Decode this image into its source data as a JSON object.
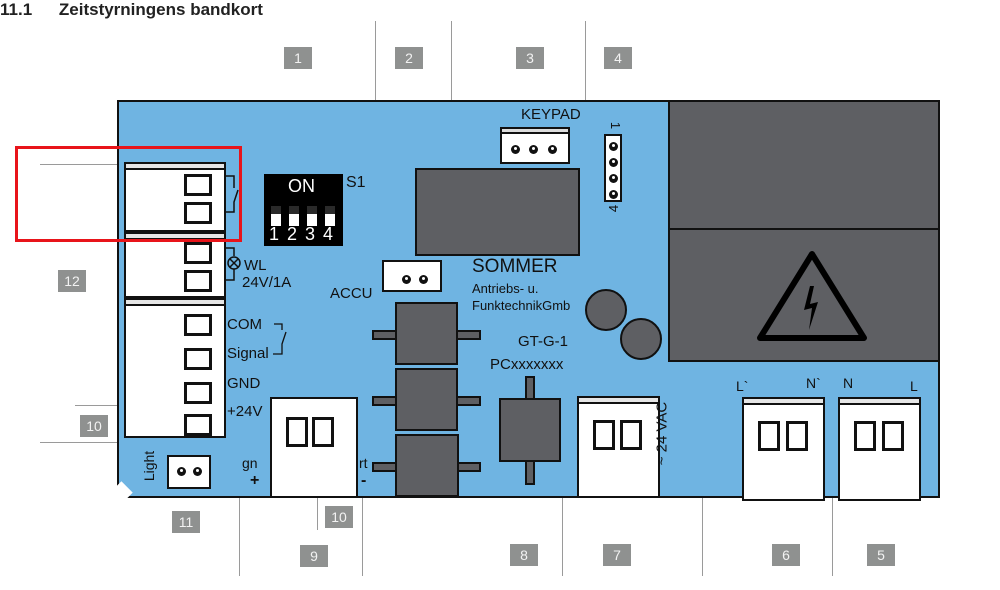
{
  "title": {
    "number": "11.1",
    "text": "Zeitstyrningens bandkort"
  },
  "callouts": [
    {
      "id": "1",
      "label": "1"
    },
    {
      "id": "2",
      "label": "2"
    },
    {
      "id": "3",
      "label": "3"
    },
    {
      "id": "4",
      "label": "4"
    },
    {
      "id": "5",
      "label": "5"
    },
    {
      "id": "6",
      "label": "6"
    },
    {
      "id": "7",
      "label": "7"
    },
    {
      "id": "8",
      "label": "8"
    },
    {
      "id": "9",
      "label": "9"
    },
    {
      "id": "10a",
      "label": "10"
    },
    {
      "id": "10b",
      "label": "10"
    },
    {
      "id": "11",
      "label": "11"
    },
    {
      "id": "12",
      "label": "12"
    }
  ],
  "board": {
    "keypad_label": "KEYPAD",
    "header_pin_top": "1",
    "header_pin_bottom": "4",
    "dip": {
      "on_label": "ON",
      "name": "S1",
      "switches": [
        "1",
        "2",
        "3",
        "4"
      ]
    },
    "wl_label": "WL",
    "wl_rating": "24V/1A",
    "accu_label": "ACCU",
    "brand": "SOMMER",
    "company_line1": "Antriebs- u.",
    "company_line2": "FunktechnikGmb",
    "model": "GT-G-1",
    "pc_code": "PCxxxxxxx",
    "io_labels": {
      "com": "COM",
      "signal": "Signal",
      "gnd": "GND",
      "plus24": "+24V"
    },
    "light_label": "Light",
    "gn_label": "gn",
    "plus_label": "+",
    "rt_label": "rt",
    "minus_label": "-",
    "vac_label": "~ 24 VAC",
    "mains_out": {
      "l": "L`",
      "n": "N`"
    },
    "mains_in": {
      "n": "N",
      "l": "L"
    }
  },
  "highlight": {
    "color": "#e8141a"
  },
  "colors": {
    "board": "#6fb4e2",
    "component": "#5e5f63",
    "callout": "#8f9190"
  }
}
